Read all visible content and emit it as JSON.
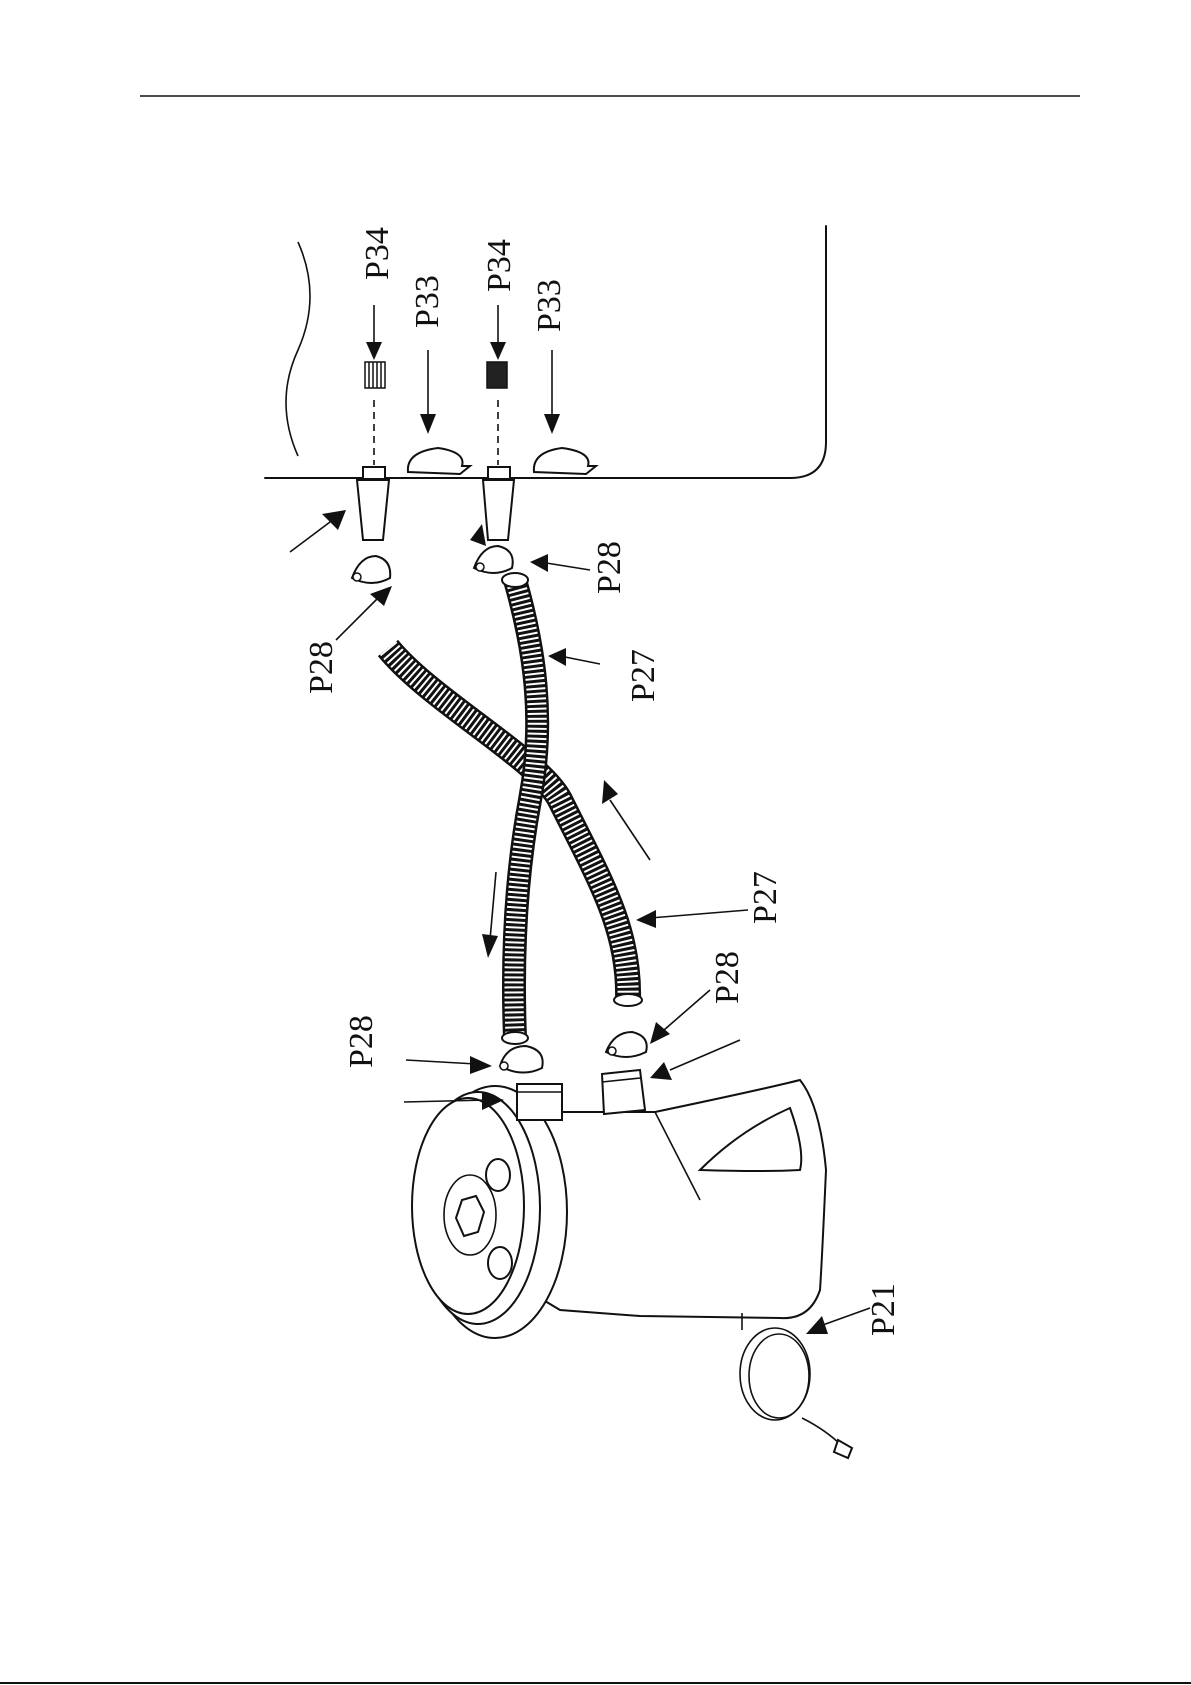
{
  "labels": {
    "p34_top": "P34",
    "p33_top": "P33",
    "p34_bottom": "P34",
    "p33_bottom": "P33",
    "p28_top_right": "P28",
    "p28_top_left": "P28",
    "p27_upper": "P27",
    "p27_lower": "P27",
    "p28_bottom_right": "P28",
    "p28_bottom_left": "P28",
    "p21": "P21"
  }
}
